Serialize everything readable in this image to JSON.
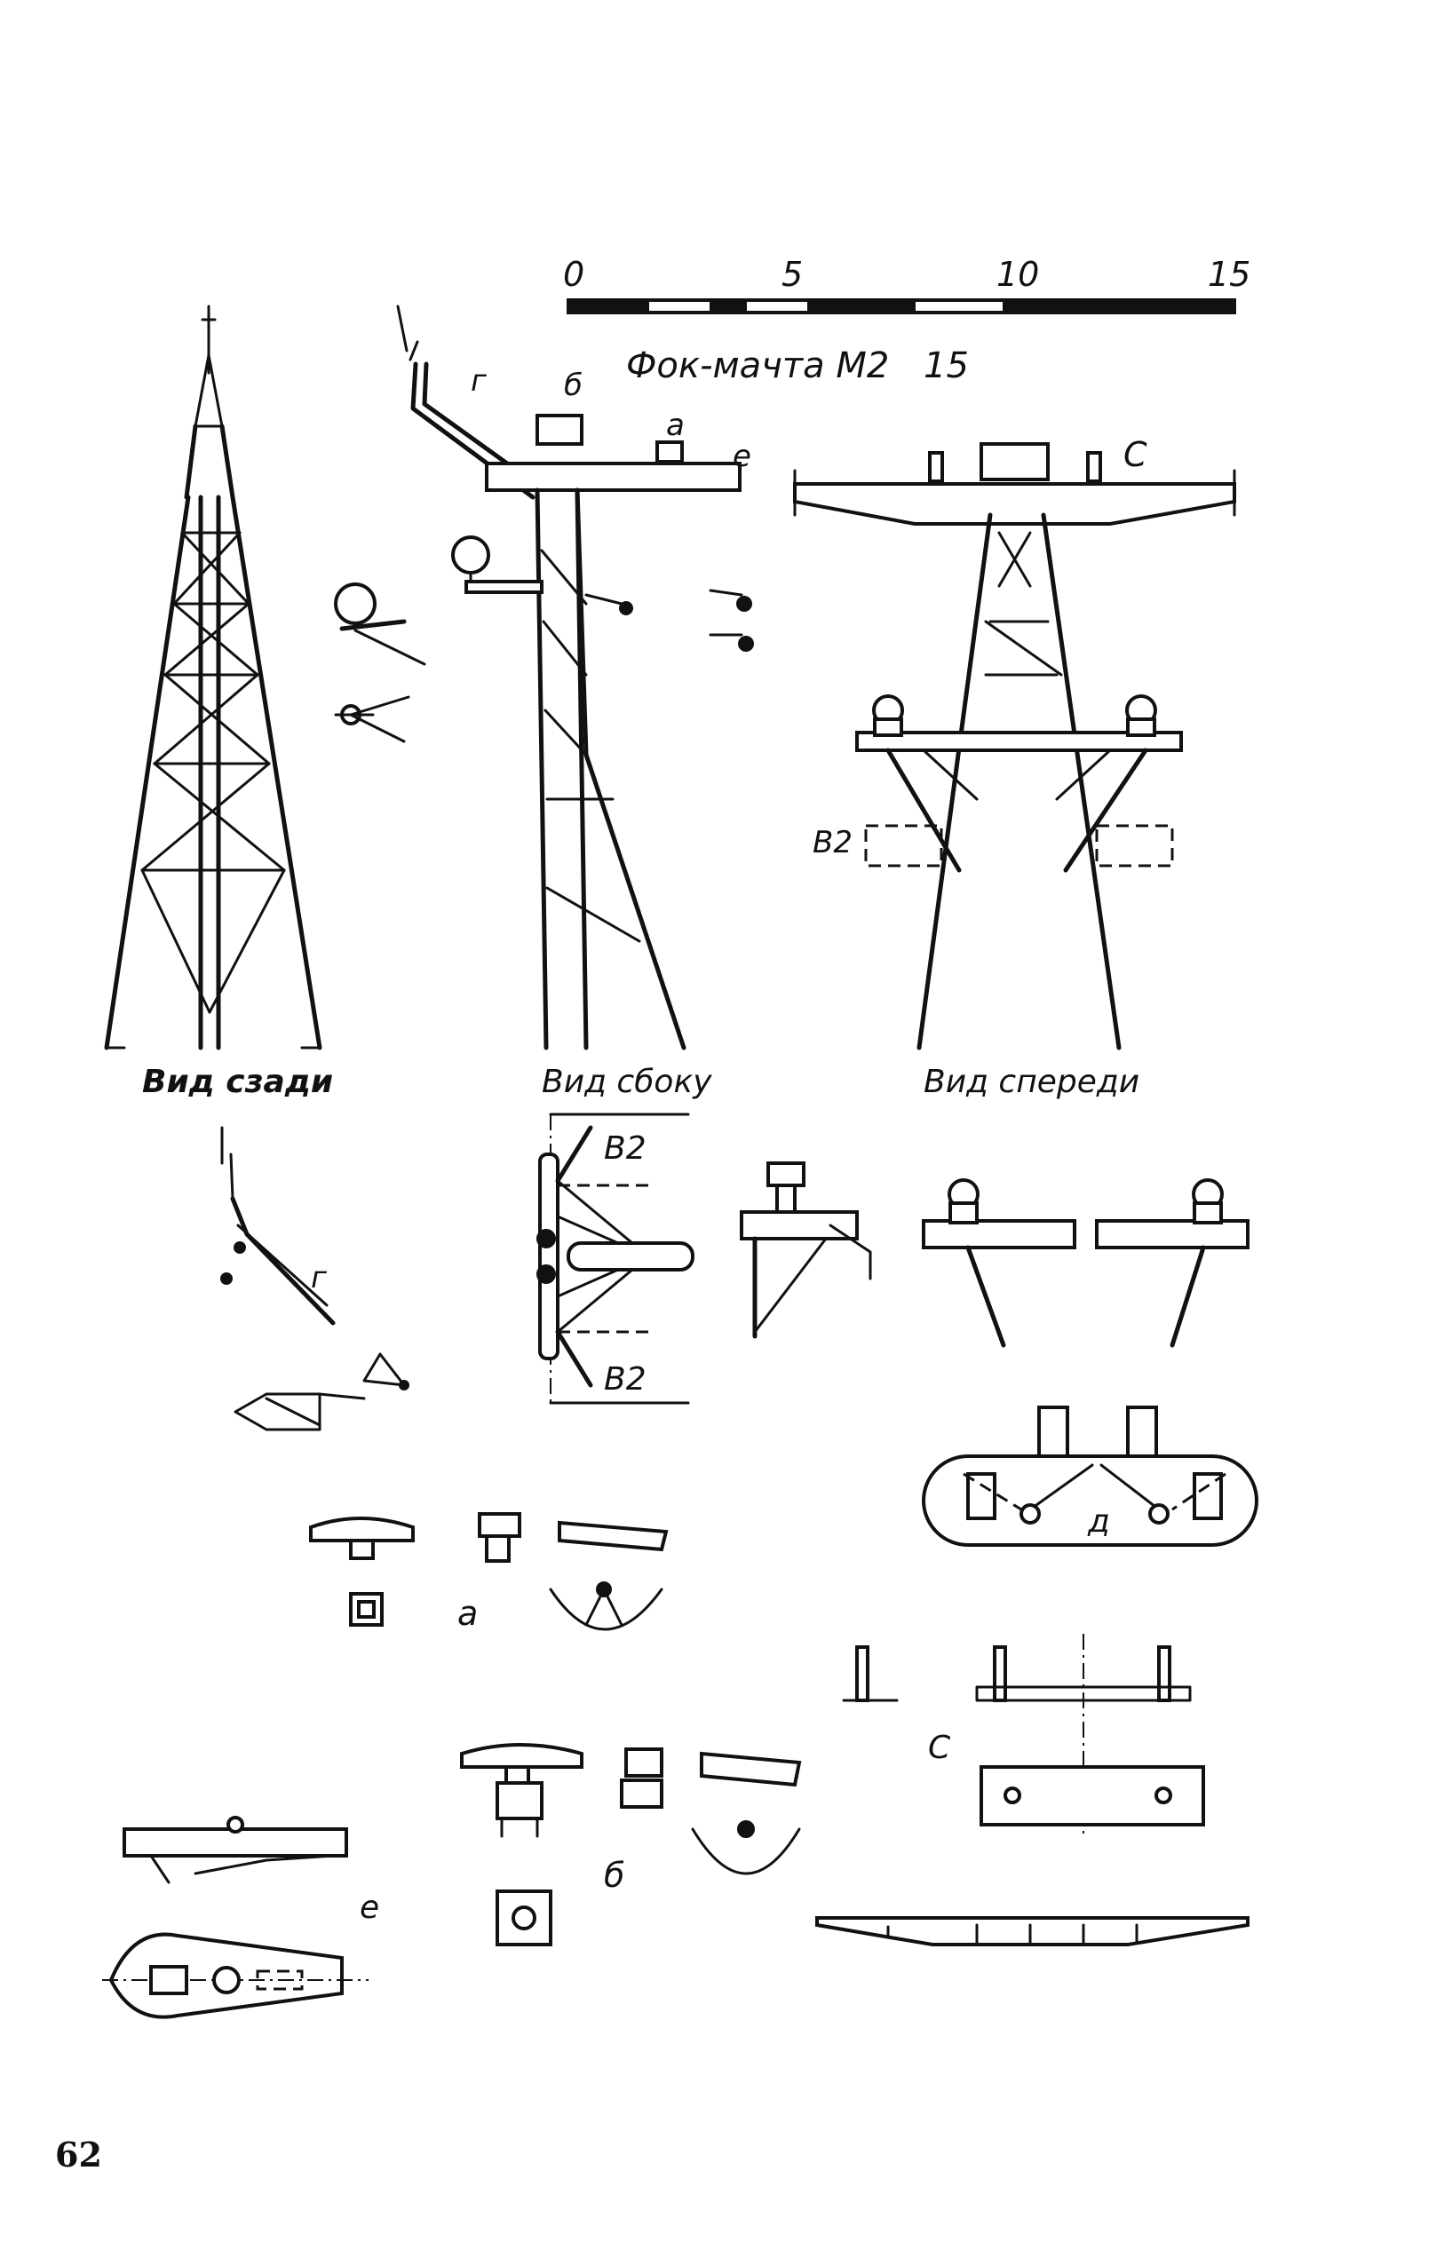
{
  "scale_bar": {
    "ticks": [
      "0",
      "5",
      "10",
      "15"
    ]
  },
  "title": "Фок-мачта М2",
  "title_scale": "15",
  "views": {
    "rear": "Вид сзади",
    "side": "Вид сбоку",
    "front": "Вид спереди"
  },
  "callouts": {
    "g": "г",
    "b": "б",
    "a": "а",
    "e": "е",
    "c": "С",
    "d": "д",
    "v2": "В2"
  },
  "detail_labels": {
    "g": "г",
    "v2_top": "В2",
    "v2_bottom": "В2",
    "d": "д",
    "a": "а",
    "c": "С",
    "b": "б",
    "e": "е"
  },
  "page_number": "62",
  "colors": {
    "ink": "#111111",
    "paper": "#ffffff"
  }
}
